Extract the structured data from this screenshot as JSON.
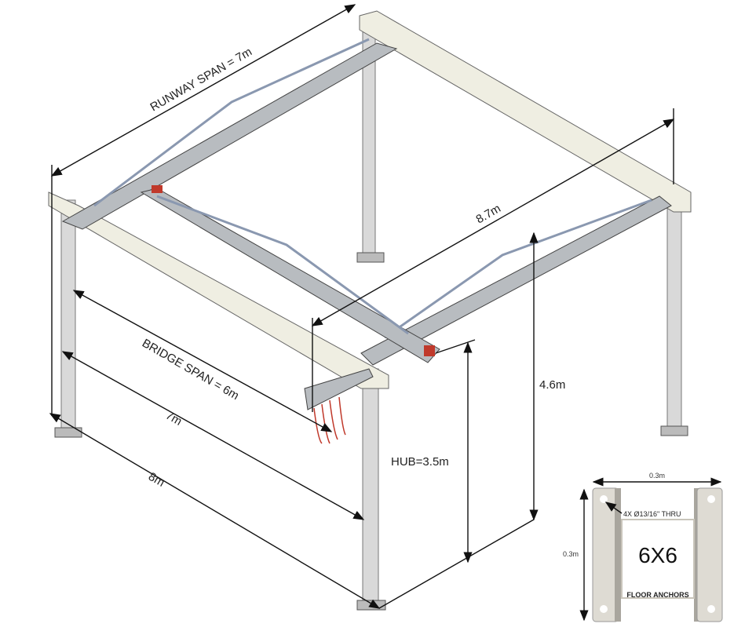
{
  "diagram": {
    "dimensions": {
      "runway_span": "RUNWAY SPAN = 7m",
      "diagonal": "8.7m",
      "bridge_span": "BRIDGE SPAN = 6m",
      "width_7": "7m",
      "length_8": "8m",
      "total_height": "4.6m",
      "hub": "HUB=3.5m"
    },
    "floor_anchor": {
      "width": "0.3m",
      "height": "0.3m",
      "hole_note": "4X Ø13/16\" THRU",
      "size": "6X6",
      "title": "FLOOR ANCHORS"
    },
    "colors": {
      "beam": "#efeee2",
      "post": "#d9d9d9",
      "rail": "#b8bcc0",
      "accent": "#c0392b"
    }
  }
}
